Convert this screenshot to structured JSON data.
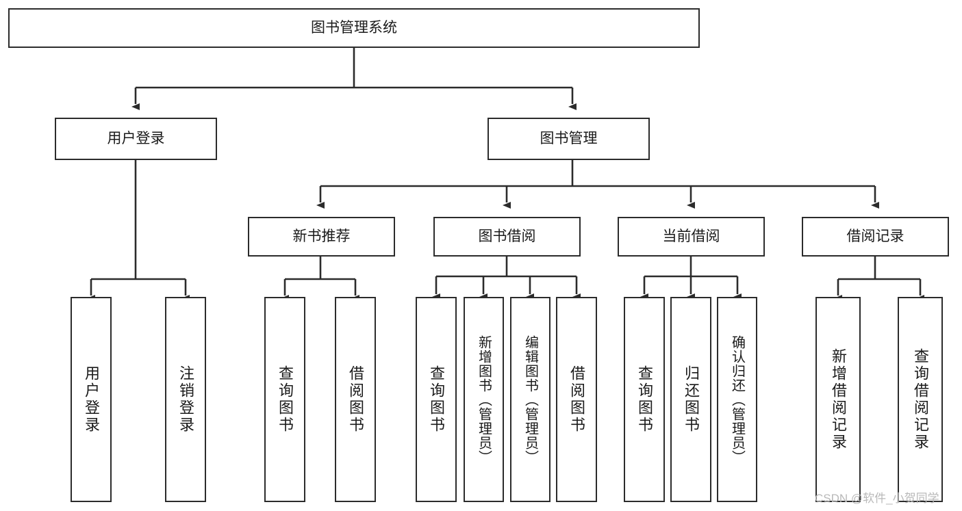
{
  "diagram": {
    "title_node": {
      "label": "图书管理系统"
    },
    "level1": [
      {
        "id": "user-login",
        "label": "用户登录"
      },
      {
        "id": "book-management",
        "label": "图书管理"
      }
    ],
    "level2": [
      {
        "id": "new-book-recommend",
        "label": "新书推荐"
      },
      {
        "id": "book-borrow",
        "label": "图书借阅"
      },
      {
        "id": "current-borrow",
        "label": "当前借阅"
      },
      {
        "id": "borrow-record",
        "label": "借阅记录"
      }
    ],
    "leaves": {
      "user_login": [
        {
          "id": "leaf-user-login",
          "label": "用户登录"
        },
        {
          "id": "leaf-logout-login",
          "label": "注销登录"
        }
      ],
      "new_book_recommend": [
        {
          "id": "leaf-query-book-1",
          "label": "查询图书"
        },
        {
          "id": "leaf-borrow-book-1",
          "label": "借阅图书"
        }
      ],
      "book_borrow": [
        {
          "id": "leaf-query-book-2",
          "label": "查询图书"
        },
        {
          "id": "leaf-add-book-admin",
          "label": "新增图书（管理员）"
        },
        {
          "id": "leaf-edit-book-admin",
          "label": "编辑图书（管理员）"
        },
        {
          "id": "leaf-borrow-book-2",
          "label": "借阅图书"
        }
      ],
      "current_borrow": [
        {
          "id": "leaf-query-book-3",
          "label": "查询图书"
        },
        {
          "id": "leaf-return-book",
          "label": "归还图书"
        },
        {
          "id": "leaf-confirm-return-admin",
          "label": "确认归还（管理员）"
        }
      ],
      "borrow_record": [
        {
          "id": "leaf-add-borrow-record",
          "label": "新增借阅记录"
        },
        {
          "id": "leaf-query-borrow-record",
          "label": "查询借阅记录"
        }
      ]
    },
    "watermark": {
      "text": "CSDN @软件_小贺同学"
    },
    "colors": {
      "stroke": "#2b2b2b",
      "node_fill": "#ffffff",
      "text": "#1a1a1a",
      "watermark": "#b9b9b9",
      "background": "#ffffff"
    }
  }
}
